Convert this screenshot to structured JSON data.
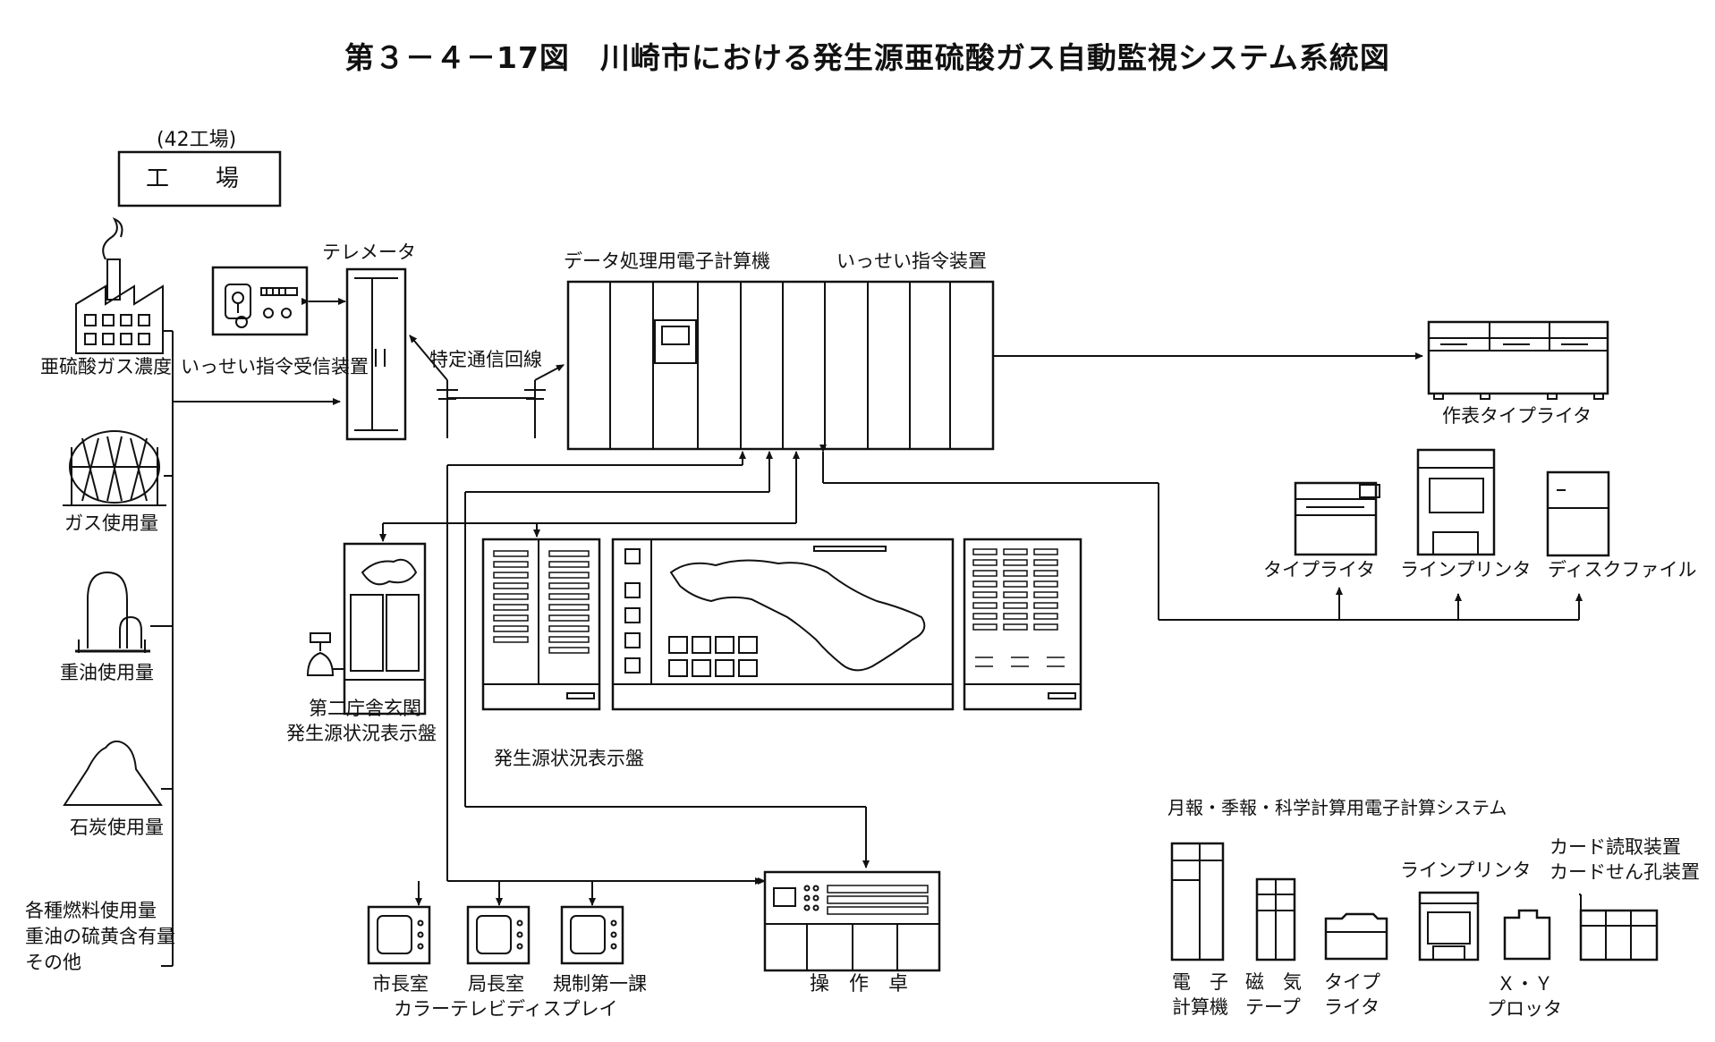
{
  "title": "第３－４－17図　川崎市における発生源亜硫酸ガス自動監視システム系統図",
  "factory": {
    "count_label": "(42工場)",
    "box_label": "工　　場"
  },
  "left_items": [
    "亜硫酸ガス濃度",
    "ガス使用量",
    "重油使用量",
    "石炭使用量",
    "各種燃料使用量",
    "重油の硫黄含有量",
    "その他"
  ],
  "labels": {
    "receiver": "いっせい指令受信装置",
    "telemeter": "テレメータ",
    "dedicated_line": "特定通信回線",
    "computer": "データ処理用電子計算機",
    "command_device": "いっせい指令装置",
    "report_typewriter": "作表タイプライタ",
    "typewriter": "タイプライタ",
    "line_printer": "ラインプリンタ",
    "disk_file": "ディスクファイル",
    "annex_display_1": "第二庁舎玄関",
    "annex_display_2": "発生源状況表示盤",
    "status_display": "発生源状況表示盤",
    "tv_mayor": "市長室",
    "tv_director": "局長室",
    "tv_section": "規制第一課",
    "tv_caption": "カラーテレビディスプレイ",
    "console": "操　作　卓"
  },
  "monthly_system": {
    "title": "月報・季報・科学計算用電子計算システム",
    "computer_1": "電　子",
    "computer_2": "計算機",
    "tape_1": "磁　気",
    "tape_2": "テープ",
    "typewriter_1": "タイプ",
    "typewriter_2": "ライタ",
    "line_printer": "ラインプリンタ",
    "card_reader": "カード読取装置",
    "card_punch": "カードせん孔装置",
    "plotter_1": "Ｘ・Ｙ",
    "plotter_2": "プロッタ"
  }
}
